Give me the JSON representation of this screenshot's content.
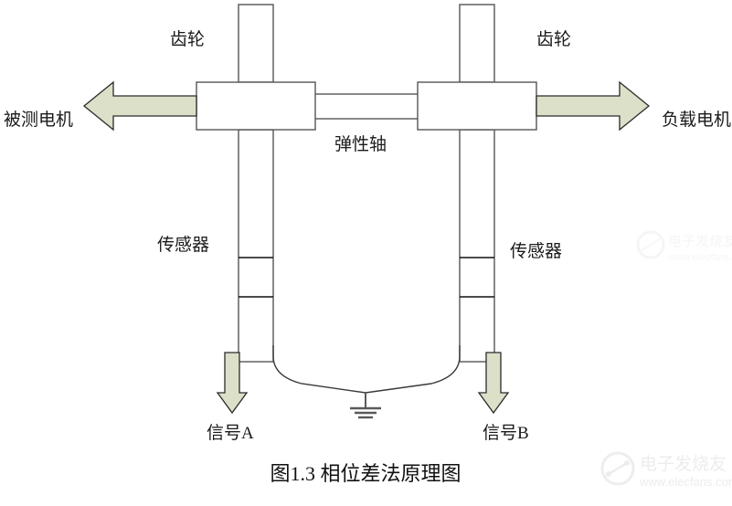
{
  "figure": {
    "caption": "图1.3 相位差法原理图",
    "background_color": "#ffffff",
    "line_color": "#3a3a3a",
    "arrow_fill_color": "#dde0c8",
    "arrow_stroke_color": "#2b2b2b",
    "text_color": "#1a1a1a"
  },
  "labels": {
    "gear_left": "齿轮",
    "gear_right": "齿轮",
    "motor_under_test": "被测电机",
    "load_motor": "负载电机",
    "elastic_shaft": "弹性轴",
    "sensor_left": "传感器",
    "sensor_right": "传感器",
    "signal_a": "信号A",
    "signal_b": "信号B"
  },
  "components": [
    {
      "name": "gear-box-left",
      "label": "齿轮"
    },
    {
      "name": "gear-box-right",
      "label": "齿轮"
    },
    {
      "name": "elastic-shaft",
      "label": "弹性轴"
    },
    {
      "name": "sensor-ladder-left",
      "label": "传感器"
    },
    {
      "name": "sensor-ladder-right",
      "label": "传感器"
    },
    {
      "name": "output-arrow-left",
      "label": "被测电机"
    },
    {
      "name": "output-arrow-right",
      "label": "负载电机"
    },
    {
      "name": "signal-arrow-a",
      "label": "信号A"
    },
    {
      "name": "signal-arrow-b",
      "label": "信号B"
    },
    {
      "name": "ground-symbol",
      "label": ""
    }
  ],
  "watermark": {
    "brand": "电子发烧友",
    "url": "www.elecfans.com",
    "color": "#ececed"
  }
}
